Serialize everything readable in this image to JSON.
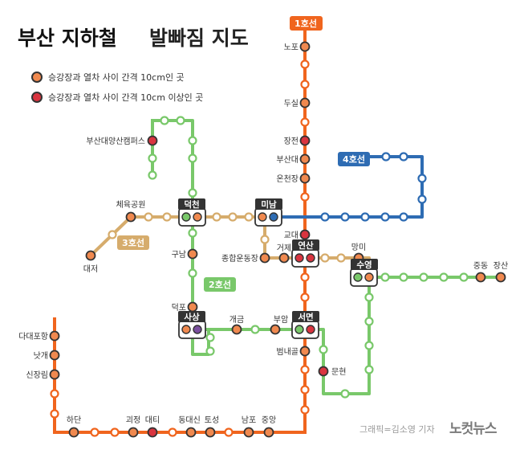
{
  "title": {
    "part1": "부산 지하철",
    "part2": "발빠짐 지도"
  },
  "legend": [
    {
      "text": "승강장과 열차 사이 간격 10cm인 곳",
      "category": "normal"
    },
    {
      "text": "승강장과 열차 사이 간격 10cm 이상인 곳",
      "category": "wide"
    }
  ],
  "colors": {
    "line1": "#F0651E",
    "line2": "#79C86A",
    "line3": "#D6AC6C",
    "line4": "#2E6CB3",
    "stop_normal": "#F0894F",
    "stop_wide": "#D9343F",
    "stop_line2": "#79C86A",
    "stop_line4": "#2E6CB3",
    "stop_purple": "#7A4E9E",
    "transfer_label_bg": "#333333"
  },
  "lines": [
    {
      "id": "line1",
      "label": "1호선"
    },
    {
      "id": "line2",
      "label": "2호선"
    },
    {
      "id": "line3",
      "label": "3호선"
    },
    {
      "id": "line4",
      "label": "4호선"
    }
  ],
  "stations": [
    {
      "name": "노포",
      "category": "normal"
    },
    {
      "name": "두실",
      "category": "normal"
    },
    {
      "name": "장전",
      "category": "wide"
    },
    {
      "name": "부산대",
      "category": "normal"
    },
    {
      "name": "온천장",
      "category": "normal"
    },
    {
      "name": "교대",
      "category": "wide"
    },
    {
      "name": "범내골",
      "category": "normal"
    },
    {
      "name": "부산대양산캠퍼스",
      "category": "wide"
    },
    {
      "name": "구남",
      "category": "normal"
    },
    {
      "name": "덕포",
      "category": "normal"
    },
    {
      "name": "개금",
      "category": "normal"
    },
    {
      "name": "부암",
      "category": "normal"
    },
    {
      "name": "문현",
      "category": "wide"
    },
    {
      "name": "체육공원",
      "category": "normal"
    },
    {
      "name": "대저",
      "category": "normal"
    },
    {
      "name": "거제",
      "category": "normal"
    },
    {
      "name": "종합운동장",
      "category": "normal"
    },
    {
      "name": "망미",
      "category": "normal"
    },
    {
      "name": "중동",
      "category": "normal"
    },
    {
      "name": "장산",
      "category": "normal"
    },
    {
      "name": "다대포항",
      "category": "normal"
    },
    {
      "name": "낫개",
      "category": "normal"
    },
    {
      "name": "신장림",
      "category": "normal"
    },
    {
      "name": "하단",
      "category": "normal"
    },
    {
      "name": "괴정",
      "category": "normal"
    },
    {
      "name": "대티",
      "category": "wide"
    },
    {
      "name": "동대신",
      "category": "normal"
    },
    {
      "name": "토성",
      "category": "normal"
    },
    {
      "name": "남포",
      "category": "normal"
    },
    {
      "name": "중앙",
      "category": "normal"
    }
  ],
  "transfers": [
    {
      "name": "덕천",
      "lines": [
        "line2",
        "line3"
      ]
    },
    {
      "name": "미남",
      "lines": [
        "line3",
        "line4"
      ]
    },
    {
      "name": "연산",
      "lines": [
        "line1",
        "line3"
      ]
    },
    {
      "name": "수영",
      "lines": [
        "line2",
        "line3"
      ]
    },
    {
      "name": "사상",
      "lines": [
        "line2"
      ]
    },
    {
      "name": "서면",
      "lines": [
        "line1",
        "line2"
      ]
    }
  ],
  "credit": "그래픽=김소영 기자",
  "logo": "노컷뉴스"
}
